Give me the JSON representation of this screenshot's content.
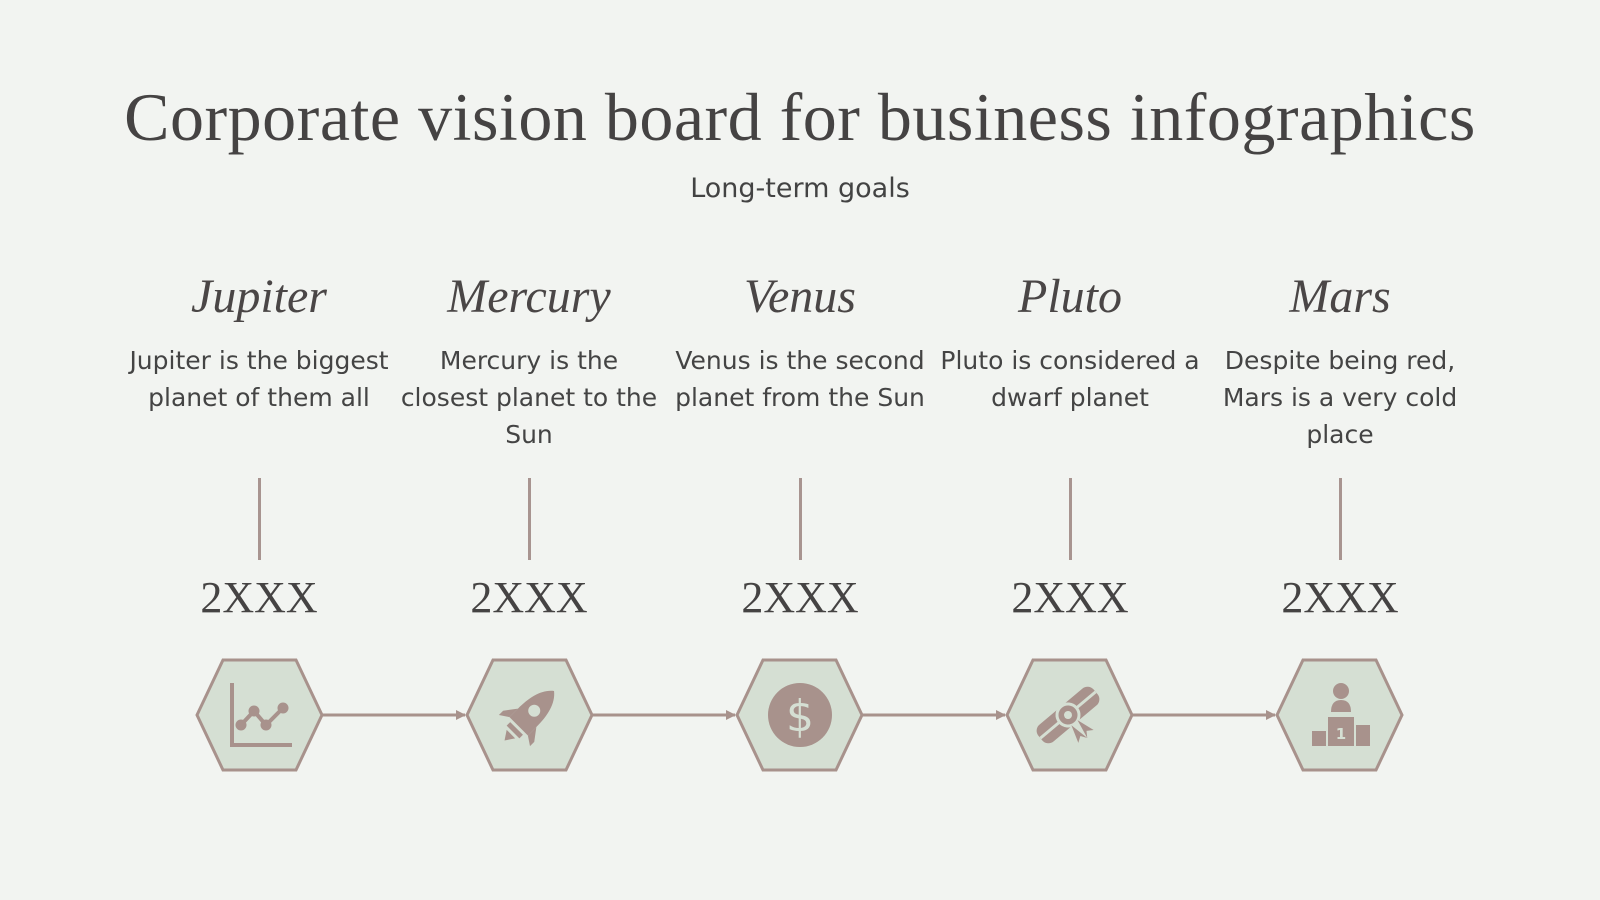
{
  "header": {
    "title": "Corporate vision board for business infographics",
    "subtitle": "Long-term goals"
  },
  "colors": {
    "background": "#f2f4f1",
    "hex_fill": "#d5dfd3",
    "stroke": "#a8928c",
    "text": "#444444"
  },
  "items": [
    {
      "name": "Jupiter",
      "description": "Jupiter is the biggest planet of them all",
      "year": "2XXX",
      "icon": "line-chart-icon"
    },
    {
      "name": "Mercury",
      "description": "Mercury is the closest planet to the Sun",
      "year": "2XXX",
      "icon": "rocket-icon"
    },
    {
      "name": "Venus",
      "description": "Venus is the second planet from the Sun",
      "year": "2XXX",
      "icon": "dollar-coin-icon"
    },
    {
      "name": "Pluto",
      "description": "Pluto is considered a dwarf planet",
      "year": "2XXX",
      "icon": "diploma-icon"
    },
    {
      "name": "Mars",
      "description": "Despite being red, Mars is a very cold place",
      "year": "2XXX",
      "icon": "podium-icon"
    }
  ]
}
